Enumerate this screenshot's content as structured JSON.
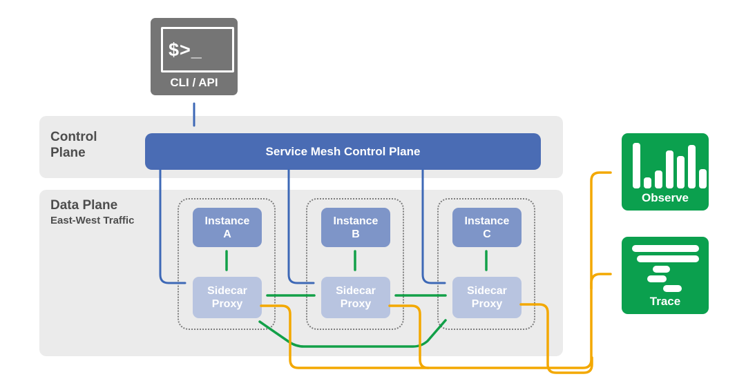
{
  "diagram": {
    "cli": {
      "terminal_text": "$>_",
      "label": "CLI / API"
    },
    "control_plane": {
      "label_line1": "Control",
      "label_line2": "Plane",
      "bar_label": "Service Mesh Control Plane"
    },
    "data_plane": {
      "title": "Data Plane",
      "subtitle": "East-West Traffic"
    },
    "groups": [
      {
        "instance": {
          "line1": "Instance",
          "line2": "A"
        },
        "proxy": {
          "line1": "Sidecar",
          "line2": "Proxy"
        }
      },
      {
        "instance": {
          "line1": "Instance",
          "line2": "B"
        },
        "proxy": {
          "line1": "Sidecar",
          "line2": "Proxy"
        }
      },
      {
        "instance": {
          "line1": "Instance",
          "line2": "C"
        },
        "proxy": {
          "line1": "Sidecar",
          "line2": "Proxy"
        }
      }
    ],
    "outputs": {
      "observe": {
        "label": "Observe"
      },
      "trace": {
        "label": "Trace"
      }
    },
    "icons": {
      "cli": "terminal-prompt-icon",
      "observe": "bar-chart-icon",
      "trace": "trace-spans-icon"
    },
    "colors": {
      "cli_gray": "#757575",
      "control_bar_blue": "#4a6cb4",
      "instance_blue": "#7e95c8",
      "proxy_blue": "#b8c4e0",
      "band_gray": "#ebebeb",
      "arrow_blue": "#3d68b6",
      "arrow_green": "#12a048",
      "arrow_amber": "#f3a800",
      "output_green": "#0ba04e",
      "text_dark": "#4d4d4d"
    }
  }
}
